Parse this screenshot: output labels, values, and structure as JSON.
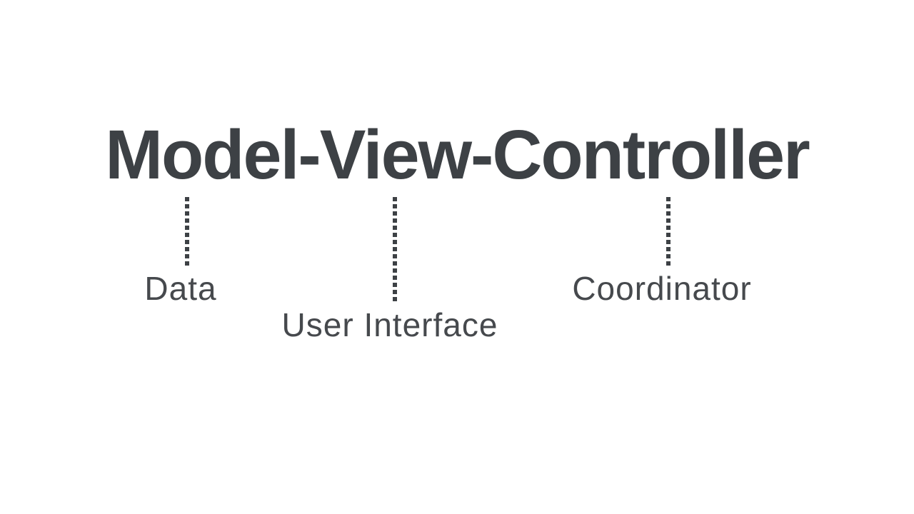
{
  "colors": {
    "ink": "#3d4145",
    "label-ink": "#46494d",
    "background": "#ffffff"
  },
  "diagram": {
    "title": "Model-View-Controller",
    "annotations": [
      {
        "label": "Data"
      },
      {
        "label": "User Interface"
      },
      {
        "label": "Coordinator"
      }
    ]
  }
}
